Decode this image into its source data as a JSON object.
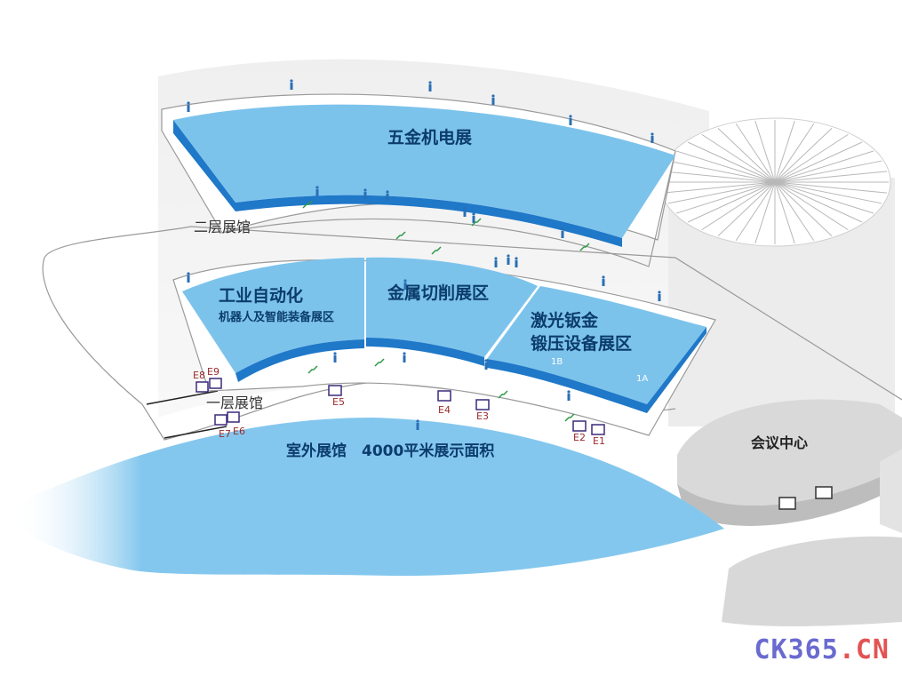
{
  "halls": {
    "hardware": "五金机电展",
    "automation_title": "工业自动化",
    "automation_sub": "机器人及智能装备展区",
    "metal_cutting": "金属切削展区",
    "laser_line1": "激光钣金",
    "laser_line2": "锻压设备展区",
    "num_1b": "1B",
    "num_1a": "1A"
  },
  "floors": {
    "second": "二层展馆",
    "first": "一层展馆"
  },
  "outdoor": "室外展馆　4000平米展示面积",
  "conference": "会议中心",
  "gates": [
    "E1",
    "E2",
    "E3",
    "E4",
    "E5",
    "E6",
    "E7",
    "E8",
    "E9"
  ],
  "watermark": {
    "part1": "CK365",
    "part2": ".CN"
  },
  "colors": {
    "hall_blue": "#7cc3ec",
    "hall_edge": "#1f78c8",
    "outdoor_blue": "#84c7ee",
    "building_gray": "#e9e9e9"
  }
}
